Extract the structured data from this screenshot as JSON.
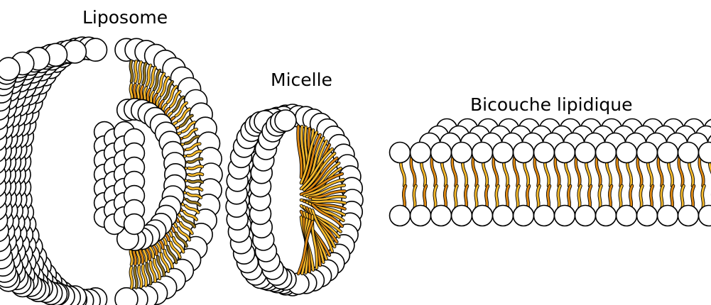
{
  "labels": {
    "liposome": "Liposome",
    "micelle": "Micelle",
    "bilayer": "Bicouche lipidique"
  },
  "colors": {
    "head_fill": "#ffffff",
    "outline": "#000000",
    "tail_light": "#f5b92c",
    "tail_dark": "#e08a12",
    "tail_olive": "#9a7a22"
  }
}
